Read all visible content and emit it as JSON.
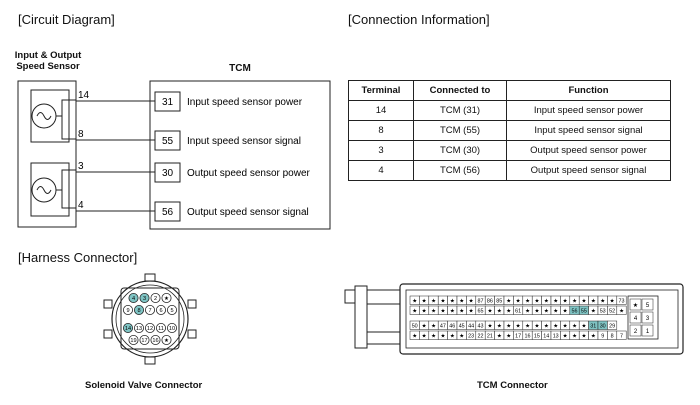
{
  "sections": {
    "circuit": "[Circuit Diagram]",
    "connection": "[Connection Information]",
    "harness": "[Harness Connector]"
  },
  "sensor_label": [
    "Input & Output",
    "Speed Sensor"
  ],
  "tcm_label": "TCM",
  "wires": [
    {
      "sensor_pin": "14",
      "tcm_pin": "31",
      "function": "Input speed sensor power"
    },
    {
      "sensor_pin": "8",
      "tcm_pin": "55",
      "function": "Input speed sensor signal"
    },
    {
      "sensor_pin": "3",
      "tcm_pin": "30",
      "function": "Output speed sensor power"
    },
    {
      "sensor_pin": "4",
      "tcm_pin": "56",
      "function": "Output speed sensor signal"
    }
  ],
  "table": {
    "headers": [
      "Terminal",
      "Connected to",
      "Function"
    ],
    "rows": [
      [
        "14",
        "TCM (31)",
        "Input speed sensor power"
      ],
      [
        "8",
        "TCM (55)",
        "Input speed sensor signal"
      ],
      [
        "3",
        "TCM (30)",
        "Output speed sensor power"
      ],
      [
        "4",
        "TCM (56)",
        "Output speed sensor signal"
      ]
    ]
  },
  "solenoid_connector": {
    "caption": "Solenoid Valve Connector",
    "highlight_color": "#7fc4c4",
    "rows": [
      [
        {
          "t": "4",
          "h": true
        },
        {
          "t": "3",
          "h": true
        },
        {
          "t": "2",
          "h": false
        },
        {
          "t": "★",
          "h": false
        }
      ],
      [
        {
          "t": "9",
          "h": false
        },
        {
          "t": "8",
          "h": true
        },
        {
          "t": "7",
          "h": false
        },
        {
          "t": "6",
          "h": false
        },
        {
          "t": "5",
          "h": false
        }
      ],
      [
        {
          "t": "14",
          "h": true
        },
        {
          "t": "13",
          "h": false
        },
        {
          "t": "12",
          "h": false
        },
        {
          "t": "11",
          "h": false
        },
        {
          "t": "10",
          "h": false
        }
      ],
      [
        {
          "t": "19",
          "h": false
        },
        {
          "t": "17",
          "h": false
        },
        {
          "t": "16",
          "h": false
        },
        {
          "t": "★",
          "h": false
        }
      ]
    ]
  },
  "tcm_connector": {
    "caption": "TCM Connector",
    "highlight_color": "#7fc4c4",
    "rows": [
      [
        {
          "t": "★"
        },
        {
          "t": "★"
        },
        {
          "t": "★"
        },
        {
          "t": "★"
        },
        {
          "t": "★"
        },
        {
          "t": "★"
        },
        {
          "t": "★"
        },
        {
          "t": "87"
        },
        {
          "t": "86"
        },
        {
          "t": "85"
        },
        {
          "t": "★"
        },
        {
          "t": "★"
        },
        {
          "t": "★"
        },
        {
          "t": "★"
        },
        {
          "t": "★"
        },
        {
          "t": "★"
        },
        {
          "t": "★"
        },
        {
          "t": "★"
        },
        {
          "t": "★"
        },
        {
          "t": "★"
        },
        {
          "t": "★"
        },
        {
          "t": "★"
        },
        {
          "t": "73"
        }
      ],
      [
        {
          "t": "★"
        },
        {
          "t": "★"
        },
        {
          "t": "★"
        },
        {
          "t": "★"
        },
        {
          "t": "★"
        },
        {
          "t": "★"
        },
        {
          "t": "★"
        },
        {
          "t": "65"
        },
        {
          "t": "★"
        },
        {
          "t": "★"
        },
        {
          "t": "★"
        },
        {
          "t": "61"
        },
        {
          "t": "★"
        },
        {
          "t": "★"
        },
        {
          "t": "★"
        },
        {
          "t": "★"
        },
        {
          "t": "★"
        },
        {
          "t": "56",
          "h": true
        },
        {
          "t": "55",
          "h": true
        },
        {
          "t": "★"
        },
        {
          "t": "53"
        },
        {
          "t": "52"
        },
        {
          "t": "★"
        }
      ],
      [
        {
          "t": "50"
        },
        {
          "t": "★"
        },
        {
          "t": "★"
        },
        {
          "t": "47"
        },
        {
          "t": "46"
        },
        {
          "t": "45"
        },
        {
          "t": "44"
        },
        {
          "t": "43"
        },
        {
          "t": "★"
        },
        {
          "t": "★"
        },
        {
          "t": "★"
        },
        {
          "t": "★"
        },
        {
          "t": "★"
        },
        {
          "t": "★"
        },
        {
          "t": "★"
        },
        {
          "t": "★"
        },
        {
          "t": "★"
        },
        {
          "t": "★"
        },
        {
          "t": "★"
        },
        {
          "t": "31",
          "h": true
        },
        {
          "t": "30",
          "h": true
        },
        {
          "t": "29"
        }
      ],
      [
        {
          "t": "★"
        },
        {
          "t": "★"
        },
        {
          "t": "★"
        },
        {
          "t": "★"
        },
        {
          "t": "★"
        },
        {
          "t": "★"
        },
        {
          "t": "23"
        },
        {
          "t": "22"
        },
        {
          "t": "21"
        },
        {
          "t": "★"
        },
        {
          "t": "★"
        },
        {
          "t": "17"
        },
        {
          "t": "16"
        },
        {
          "t": "15"
        },
        {
          "t": "14"
        },
        {
          "t": "13"
        },
        {
          "t": "★"
        },
        {
          "t": "★"
        },
        {
          "t": "★"
        },
        {
          "t": "★"
        },
        {
          "t": "9"
        },
        {
          "t": "8"
        },
        {
          "t": "7"
        }
      ]
    ],
    "side": [
      [
        "★",
        "5"
      ],
      [
        "4",
        "3"
      ],
      [
        "2",
        "1"
      ]
    ]
  }
}
